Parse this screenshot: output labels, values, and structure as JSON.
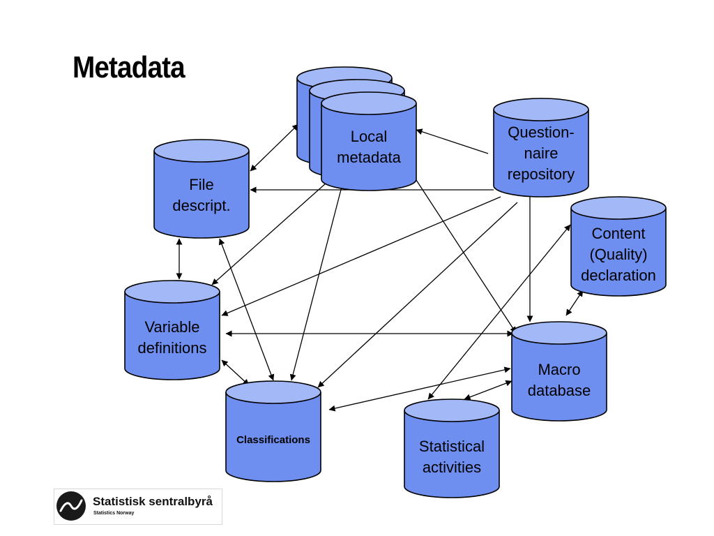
{
  "title": "Metadata",
  "nodes": {
    "local_metadata": [
      "Local",
      "metadata"
    ],
    "questionnaire": [
      "Question-",
      "naire",
      "repository"
    ],
    "file_descript": [
      "File",
      "descript."
    ],
    "content_quality": [
      "Content",
      "(Quality)",
      "declaration"
    ],
    "variable_definitions": [
      "Variable",
      "definitions"
    ],
    "macro_database": [
      "Macro",
      "database"
    ],
    "classifications": [
      "Classifications"
    ],
    "statistical_activities": [
      "Statistical",
      "activities"
    ]
  },
  "logo": {
    "name": "Statistisk sentralbyrå",
    "subtitle": "Statistics Norway"
  },
  "colors": {
    "cylinder_body": "#6e8ff0",
    "cylinder_top": "#a2b8f7",
    "stroke": "#000000"
  }
}
